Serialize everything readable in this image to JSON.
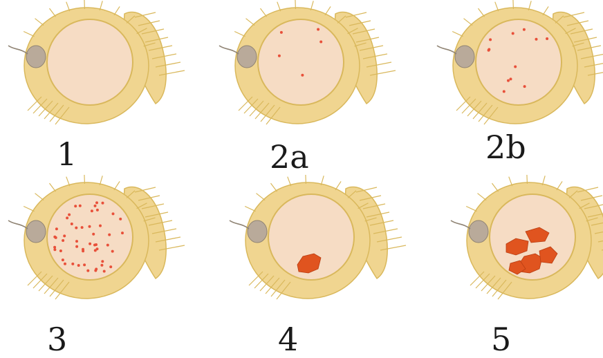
{
  "figure": {
    "panels": [
      {
        "label": "1",
        "stage": "uniform-pale-eye",
        "dots": 0,
        "patches": 0
      },
      {
        "label": "2a",
        "stage": "few-red-spots",
        "dots": 5,
        "patches": 0
      },
      {
        "label": "2b",
        "stage": "more-red-spots",
        "dots": 12,
        "patches": 0
      },
      {
        "label": "3",
        "stage": "many-red-spots",
        "dots": 50,
        "patches": 0
      },
      {
        "label": "4",
        "stage": "one-red-patch",
        "dots": 0,
        "patches": 1
      },
      {
        "label": "5",
        "stage": "many-red-patches",
        "dots": 0,
        "patches": 5
      }
    ],
    "colors": {
      "eye": "#f6dcc4",
      "head": "#f0d590",
      "head_dark": "#d9b85c",
      "spot": "#e8503a",
      "patch": "#e0541f",
      "antenna": "#b9aa9a"
    }
  }
}
